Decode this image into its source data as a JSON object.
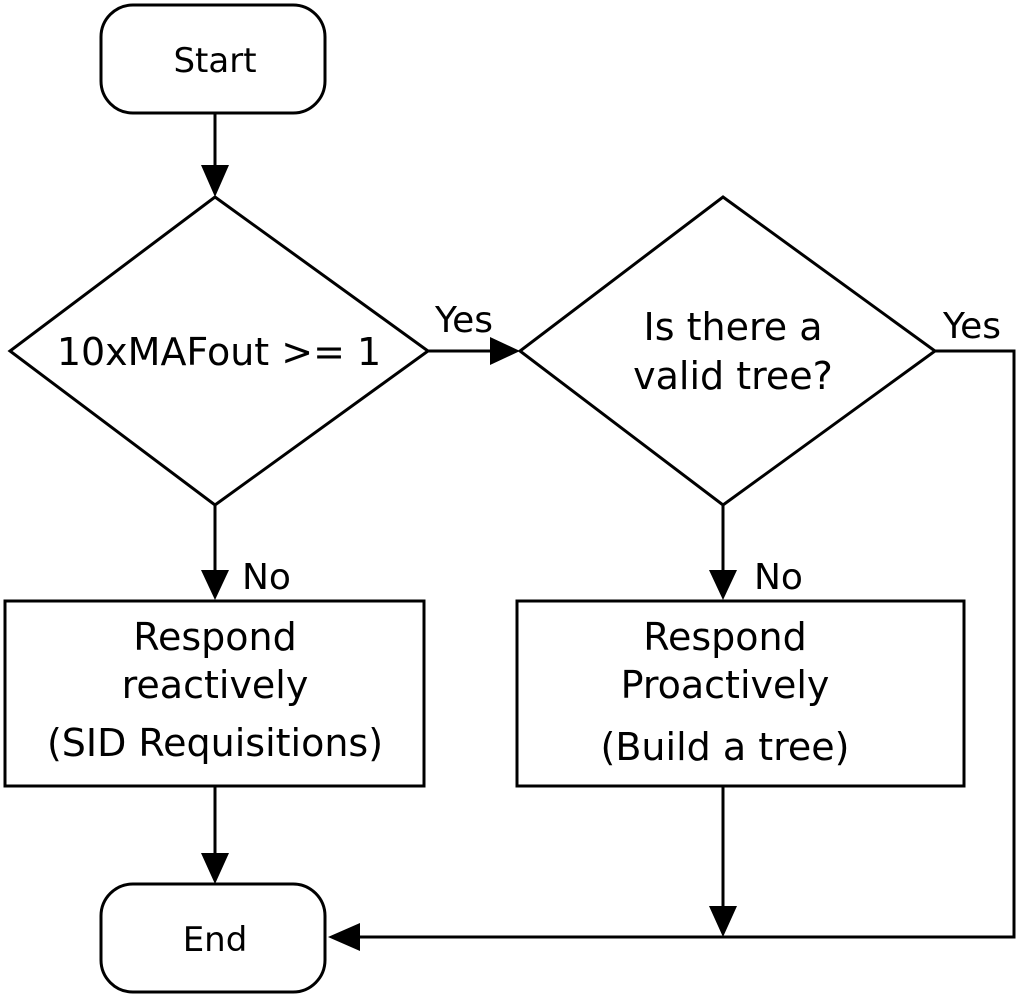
{
  "nodes": {
    "start": {
      "label": "Start"
    },
    "decision_mafout": {
      "label": "10xMAFout >= 1"
    },
    "decision_tree": {
      "line1": "Is there a",
      "line2": "valid tree?"
    },
    "respond_reactive": {
      "line1": "Respond",
      "line2": "reactively",
      "line3": "(SID Requisitions)"
    },
    "respond_proactive": {
      "line1": "Respond",
      "line2": "Proactively",
      "line3": "(Build a tree)"
    },
    "end": {
      "label": "End"
    }
  },
  "edges": {
    "mafout_yes": "Yes",
    "mafout_no": "No",
    "tree_yes": "Yes",
    "tree_no": "No"
  },
  "colors": {
    "stroke": "#000000",
    "fill": "#ffffff"
  }
}
